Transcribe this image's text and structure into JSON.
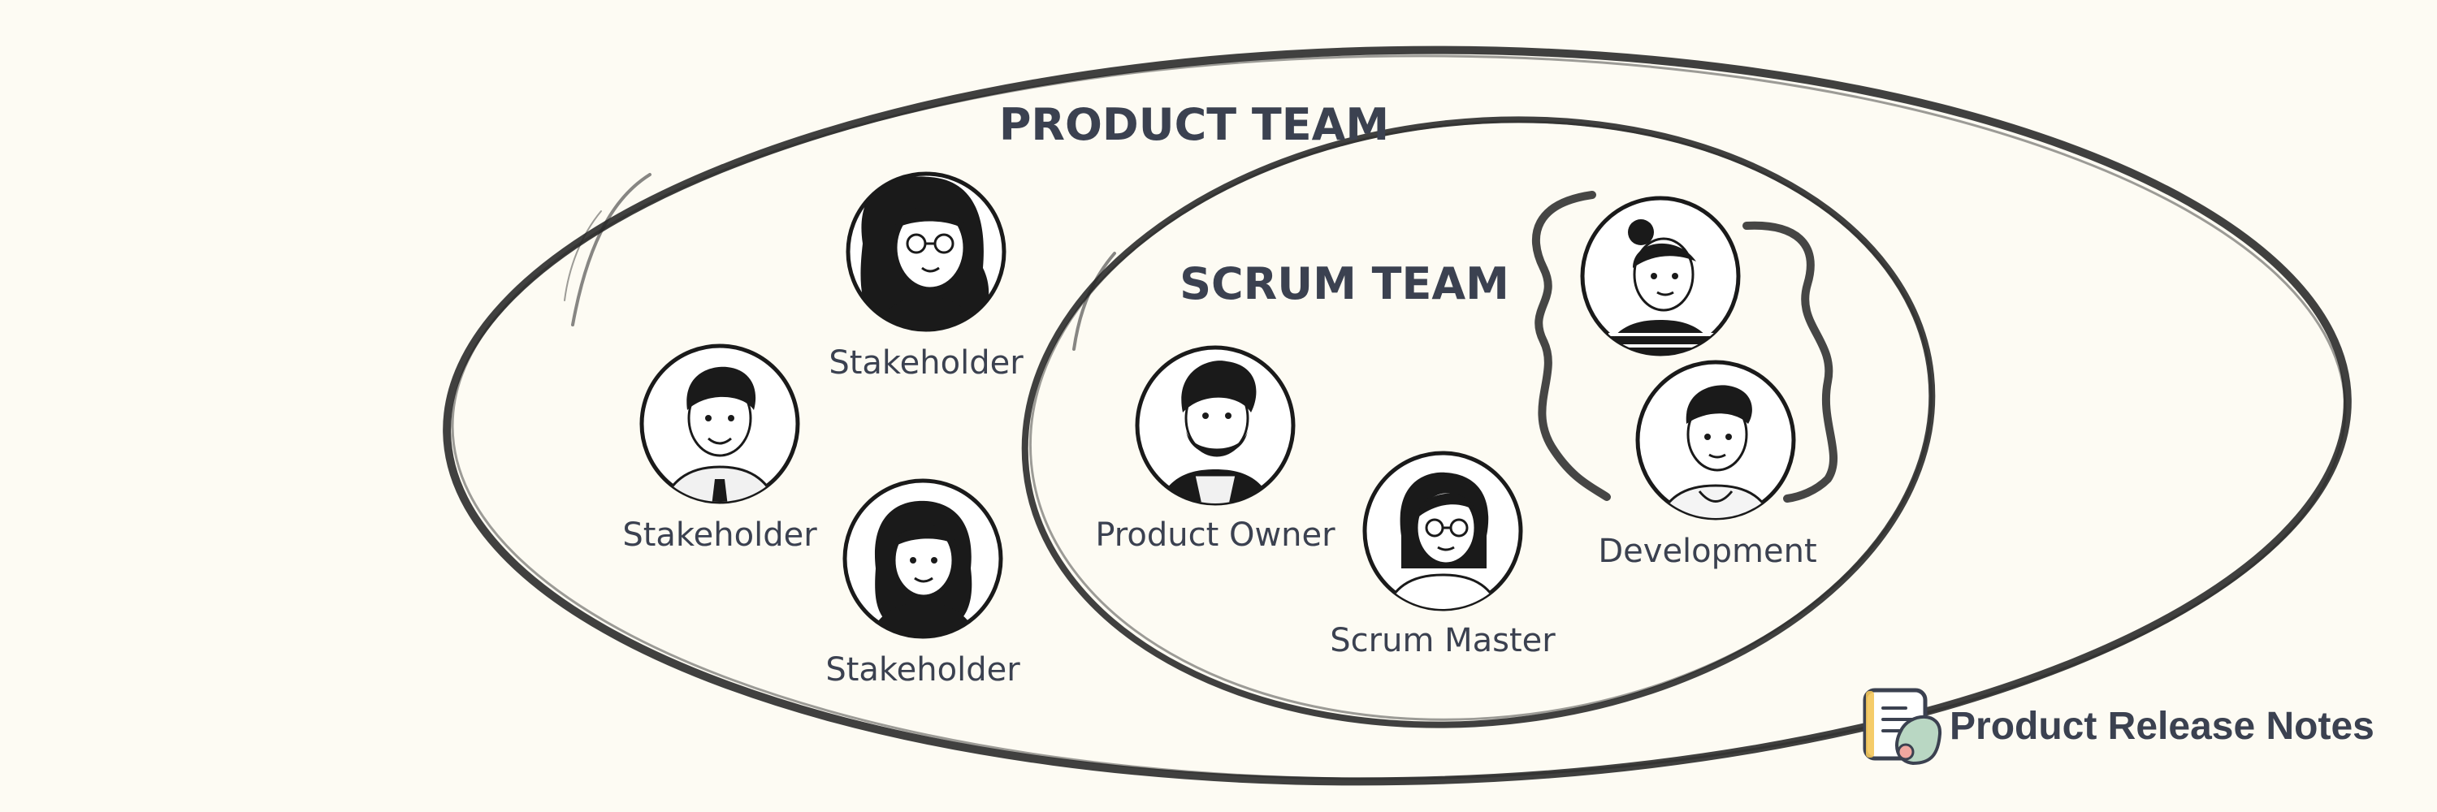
{
  "product_team": {
    "title": "PRODUCT TEAM",
    "members": [
      {
        "id": "stakeholder-top",
        "label": "Stakeholder",
        "icon": "woman-glasses-curly-hair-avatar"
      },
      {
        "id": "stakeholder-left",
        "label": "Stakeholder",
        "icon": "man-shirt-tie-avatar"
      },
      {
        "id": "stakeholder-bottom",
        "label": "Stakeholder",
        "icon": "woman-long-hair-avatar"
      }
    ]
  },
  "scrum_team": {
    "title": "SCRUM TEAM",
    "members": [
      {
        "id": "product-owner",
        "label": "Product Owner",
        "icon": "bearded-man-avatar"
      },
      {
        "id": "scrum-master",
        "label": "Scrum Master",
        "icon": "woman-glasses-bob-avatar"
      },
      {
        "id": "development",
        "label": "Development",
        "icon": "developers-pair-avatar"
      }
    ]
  },
  "brand": {
    "name": "Product Release Notes",
    "icon": "release-notes-logo-icon",
    "colors": {
      "note": "#ffffff",
      "accent_yellow": "#f4c65a",
      "blob_green": "#b9d7c3",
      "dot_pink": "#f0a7a0"
    }
  },
  "colors": {
    "background": "#fdfbf3",
    "ink": "#262626",
    "text": "#3b4150"
  }
}
